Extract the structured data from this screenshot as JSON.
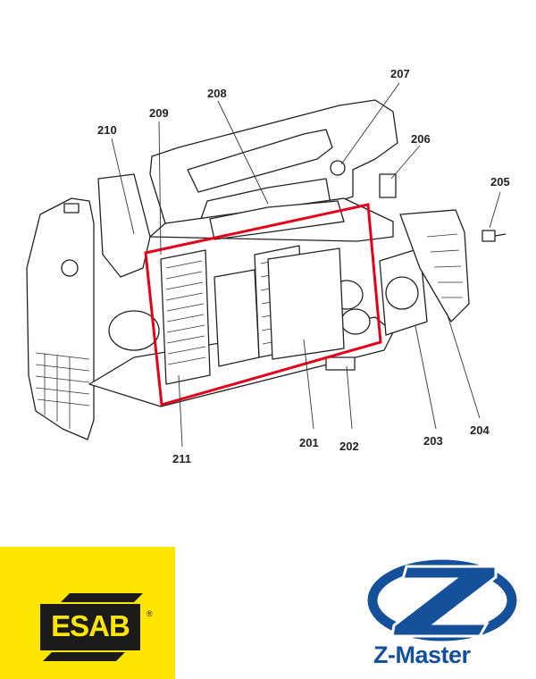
{
  "callouts": {
    "c201": "201",
    "c202": "202",
    "c203": "203",
    "c204": "204",
    "c205": "205",
    "c206": "206",
    "c207": "207",
    "c208": "208",
    "c209": "209",
    "c210": "210",
    "c211": "211"
  },
  "highlight": {
    "color": "#e3001b"
  },
  "logos": {
    "esab": {
      "text": "ESAB",
      "reg": "®",
      "color": "#ffe600"
    },
    "zmaster": {
      "text": "Z-Master",
      "color": "#15509a"
    }
  }
}
